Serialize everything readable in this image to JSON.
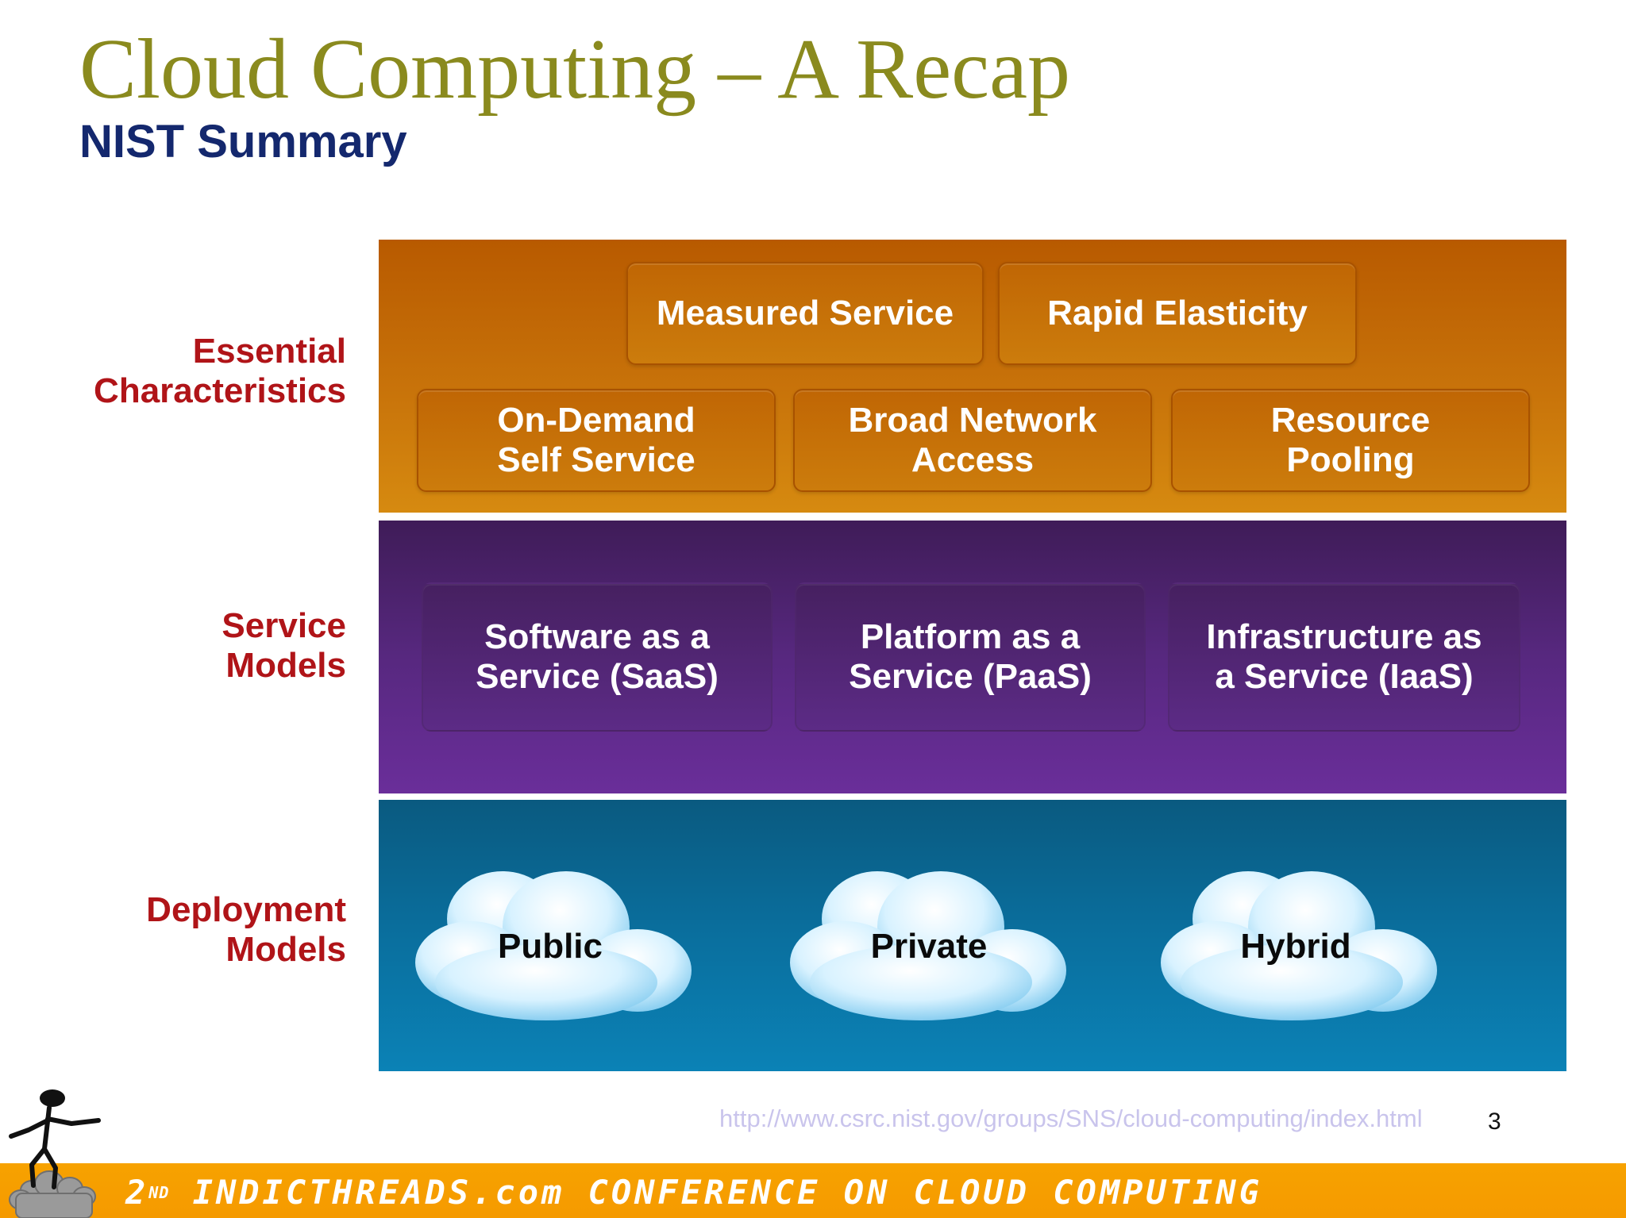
{
  "header": {
    "title": "Cloud Computing – A Recap",
    "subtitle": "NIST Summary"
  },
  "rows": {
    "essential": {
      "label_line1": "Essential",
      "label_line2": "Characteristics",
      "top_boxes": [
        {
          "line1": "Measured Service"
        },
        {
          "line1": "Rapid Elasticity"
        }
      ],
      "bottom_boxes": [
        {
          "line1": "On-Demand",
          "line2": "Self Service"
        },
        {
          "line1": "Broad Network",
          "line2": "Access"
        },
        {
          "line1": "Resource",
          "line2": "Pooling"
        }
      ]
    },
    "service": {
      "label_line1": "Service",
      "label_line2": "Models",
      "boxes": [
        {
          "line1": "Software as a",
          "line2": "Service (SaaS)"
        },
        {
          "line1": "Platform as a",
          "line2": "Service (PaaS)"
        },
        {
          "line1": "Infrastructure as",
          "line2": "a Service (IaaS)"
        }
      ]
    },
    "deployment": {
      "label_line1": "Deployment",
      "label_line2": "Models",
      "clouds": [
        "Public",
        "Private",
        "Hybrid"
      ]
    }
  },
  "footer": {
    "source_url": "http://www.csrc.nist.gov/groups/SNS/cloud-computing/index.html",
    "page_number": "3",
    "banner_ordinal": "2",
    "banner_ordinal_suffix": "ND",
    "banner_text": "INDICTHREADS.com CONFERENCE ON CLOUD COMPUTING"
  },
  "colors": {
    "title": "#8a8a1e",
    "subtitle": "#14286e",
    "row_labels": "#b01418",
    "band_essential": "#c8730a",
    "band_service": "#57287f",
    "band_deployment": "#0a6f9e",
    "footer_bar": "#f7a200"
  }
}
